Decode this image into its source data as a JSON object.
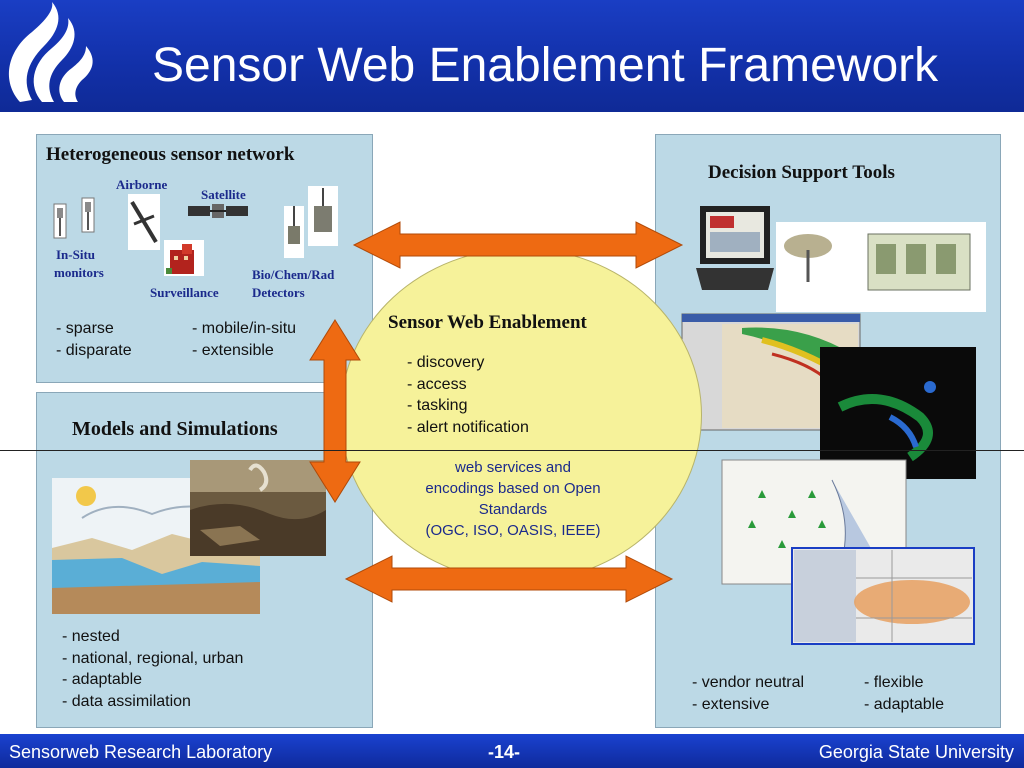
{
  "header": {
    "title": "Sensor Web Enablement Framework",
    "logo_icon": "flame-logo-icon"
  },
  "sensor_panel": {
    "title": "Heterogeneous sensor network",
    "labels": {
      "airborne": "Airborne",
      "satellite": "Satellite",
      "in_situ_line1": "In-Situ",
      "in_situ_line2": "monitors",
      "surveillance": "Surveillance",
      "bio_line1": "Bio/Chem/Rad",
      "bio_line2": "Detectors"
    },
    "bullets_left": [
      "- sparse",
      "- disparate"
    ],
    "bullets_right": [
      "- mobile/in-situ",
      "- extensible"
    ]
  },
  "models_panel": {
    "title": "Models and Simulations",
    "bullets": [
      "- nested",
      "- national, regional, urban",
      "- adaptable",
      "- data assimilation"
    ]
  },
  "center": {
    "title": "Sensor Web Enablement",
    "bullets": [
      "- discovery",
      "- access",
      "- tasking",
      "- alert notification"
    ],
    "note_lines": [
      "web services and",
      "encodings based on Open",
      "Standards",
      "(OGC, ISO, OASIS, IEEE)"
    ]
  },
  "decision_panel": {
    "title": "Decision Support Tools",
    "bullets_left": [
      "- vendor neutral",
      "- extensive"
    ],
    "bullets_right": [
      "- flexible",
      "- adaptable"
    ]
  },
  "footer": {
    "lab": "Sensorweb Research Laboratory",
    "page": "-14-",
    "university": "Georgia State University"
  },
  "colors": {
    "header_blue": "#1230a8",
    "panel_blue": "#bcd9e6",
    "circle_yellow": "#f6f29a",
    "arrow_orange": "#ee6a12",
    "label_blue": "#1b2a8c"
  }
}
